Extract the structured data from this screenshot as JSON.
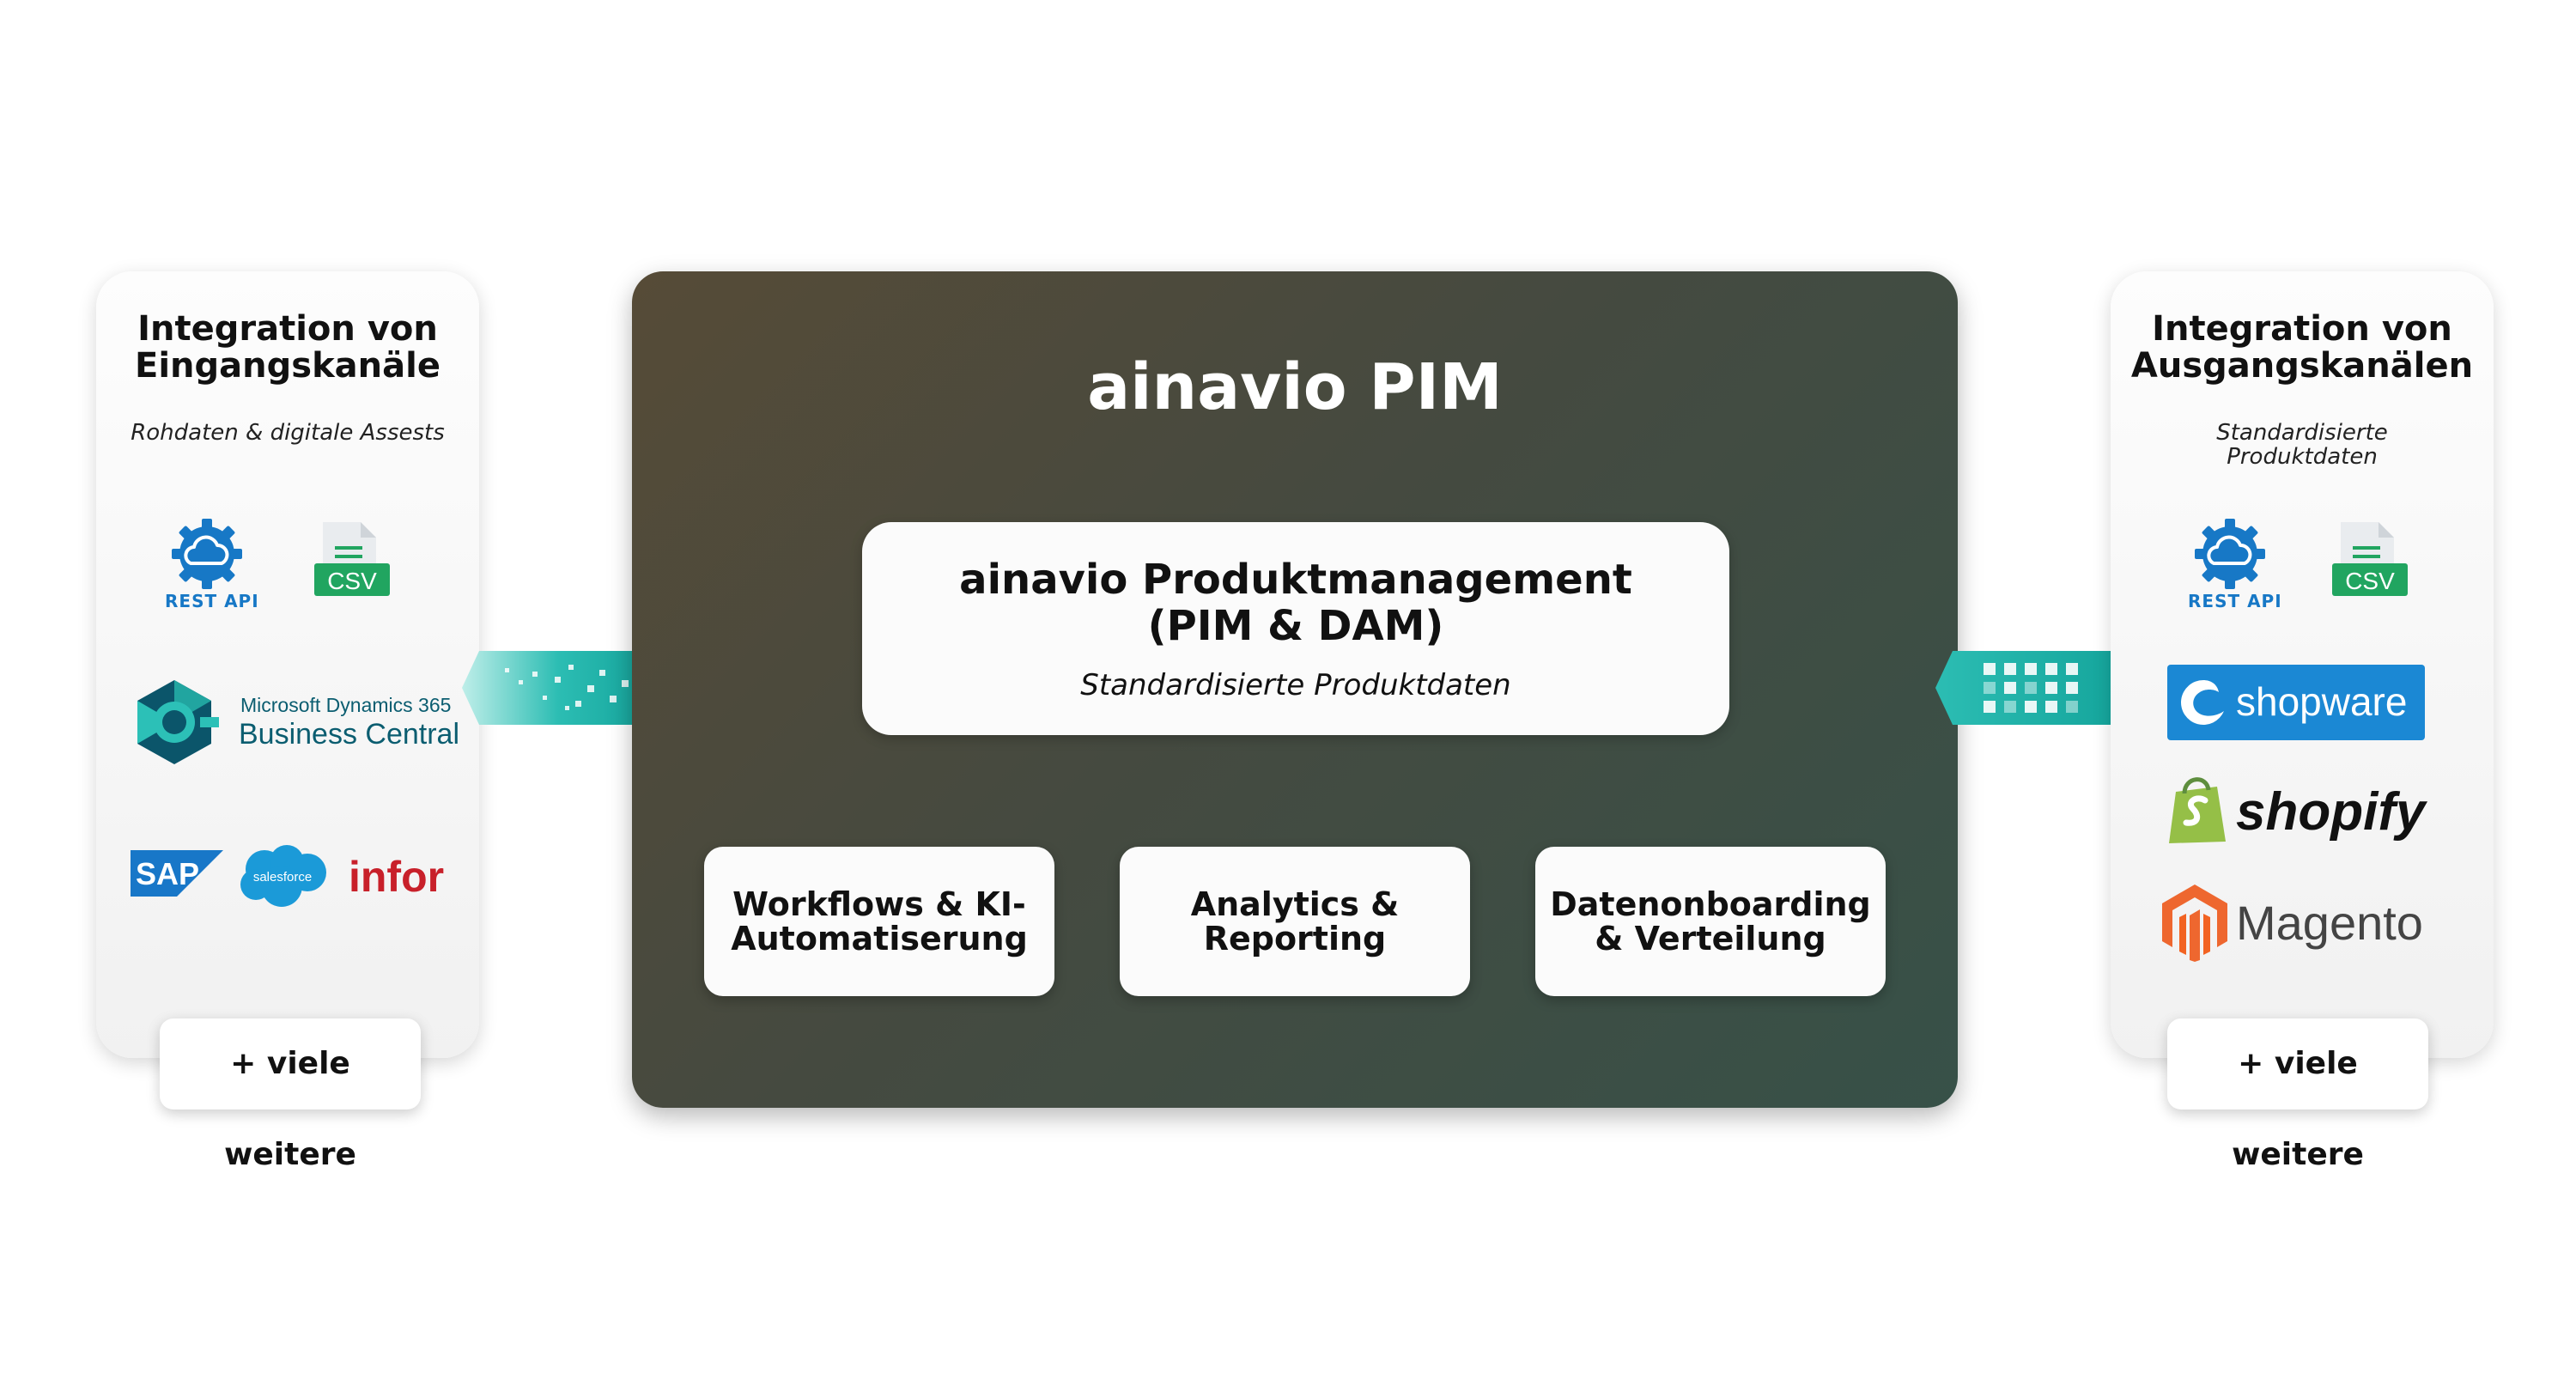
{
  "colors": {
    "teal": "#20b3ad",
    "azure": "#1778c6",
    "csv_green": "#21a560",
    "center_dark": "#454a40"
  },
  "left_panel": {
    "title": "Integration von\nEingangskanäle",
    "subtitle": "Rohdaten & digitale Assests",
    "rest_api": "REST API",
    "csv": "CSV",
    "dynamics_line1": "Microsoft Dynamics 365",
    "dynamics_line2": "Business Central",
    "sap": "SAP",
    "salesforce": "salesforce",
    "infor": "infor",
    "more": "+ viele weitere"
  },
  "center": {
    "title": "ainavio PIM",
    "core_title": "ainavio Produktmanagement\n(PIM & DAM)",
    "core_subtitle": "Standardisierte Produktdaten",
    "features": [
      "Workflows & KI-\nAutomatiserung",
      "Analytics &\nReporting",
      "Datenonboarding\n& Verteilung"
    ]
  },
  "right_panel": {
    "title": "Integration von\nAusgangskanälen",
    "subtitle": "Standardisierte\nProduktdaten",
    "rest_api": "REST API",
    "csv": "CSV",
    "shopware": "shopware",
    "shopify": "shopify",
    "magento": "Magento",
    "more": "+ viele weitere"
  }
}
